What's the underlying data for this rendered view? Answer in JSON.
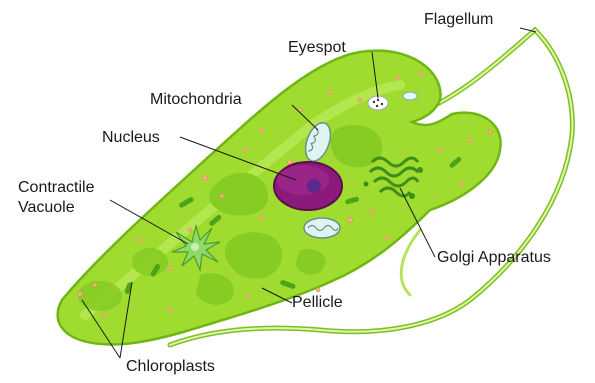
{
  "labels": {
    "flagellum": "Flagellum",
    "eyespot": "Eyespot",
    "mitochondria": "Mitochondria",
    "nucleus": "Nucleus",
    "contractile_line1": "Contractile",
    "contractile_line2": "Vacuole",
    "golgi": "Golgi Apparatus",
    "pellicle": "Pellicle",
    "chloroplasts": "Chloroplasts"
  },
  "colors": {
    "cell_body": "#9fdc2f",
    "cell_outline": "#6fb514",
    "chloroplast": "#7cc61e",
    "nucleus": "#8c1a7a",
    "nucleolus": "#5a2a8c",
    "flagellum": "#b7e35a",
    "vacuole": "#8fd86a"
  }
}
